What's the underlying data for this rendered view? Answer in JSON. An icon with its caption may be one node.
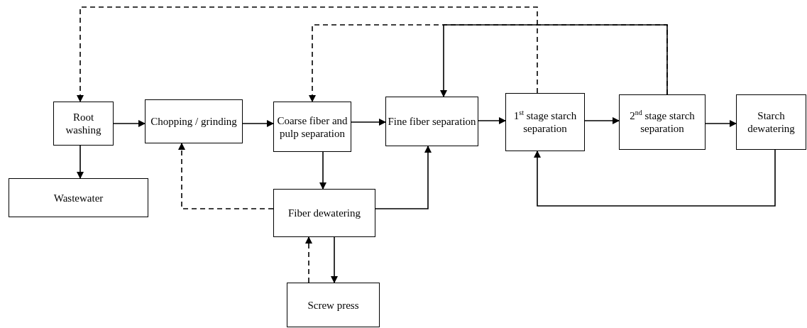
{
  "diagram": {
    "nodes": [
      {
        "text": [
          "Root washing"
        ]
      },
      {
        "text": [
          "Chopping / grinding"
        ]
      },
      {
        "text": [
          "Coarse fiber and pulp separation"
        ]
      },
      {
        "text": [
          "Fine fiber separation"
        ]
      },
      {
        "text": [
          "1$^{st}$ stage starch separation"
        ]
      },
      {
        "text": [
          "2$^{nd}$ stage starch separation"
        ]
      },
      {
        "text": [
          "Starch dewatering"
        ]
      },
      {
        "text": [
          "Wastewater"
        ]
      },
      {
        "text": [
          "Fiber dewatering"
        ]
      },
      {
        "text": [
          "Screw press"
        ]
      }
    ],
    "edges": [
      {
        "from": 0,
        "to": 1,
        "arrow": "to"
      },
      {
        "from": 1,
        "to": 2,
        "arrow": "to"
      },
      {
        "from": 2,
        "to": 3,
        "arrow": "to"
      },
      {
        "from": 3,
        "to": 4,
        "arrow": "to"
      },
      {
        "from": 4,
        "to": 5,
        "arrow": "to"
      },
      {
        "from": 5,
        "to": 6,
        "arrow": "to"
      },
      {
        "from": 0,
        "to": 7,
        "arrow": "to"
      },
      {
        "from": 2,
        "to": 8,
        "arrow": "to"
      },
      {
        "from": 8,
        "to": 3,
        "arrow": "to"
      },
      {
        "from": 8,
        "to": 9,
        "arrow": "to"
      },
      {
        "from": 9,
        "to": 8,
        "arrow": "to",
        "style": "dashed"
      },
      {
        "from": 8,
        "to": 1,
        "arrow": "to",
        "style": "dashed"
      },
      {
        "from": 4,
        "to": 0,
        "arrow": "to",
        "style": "dashed"
      },
      {
        "from": 5,
        "to": 3,
        "arrow": "to"
      },
      {
        "from": 5,
        "to": 2,
        "arrow": "to",
        "style": "dashed"
      },
      {
        "from": 6,
        "to": 4,
        "arrow": "to"
      }
    ]
  }
}
